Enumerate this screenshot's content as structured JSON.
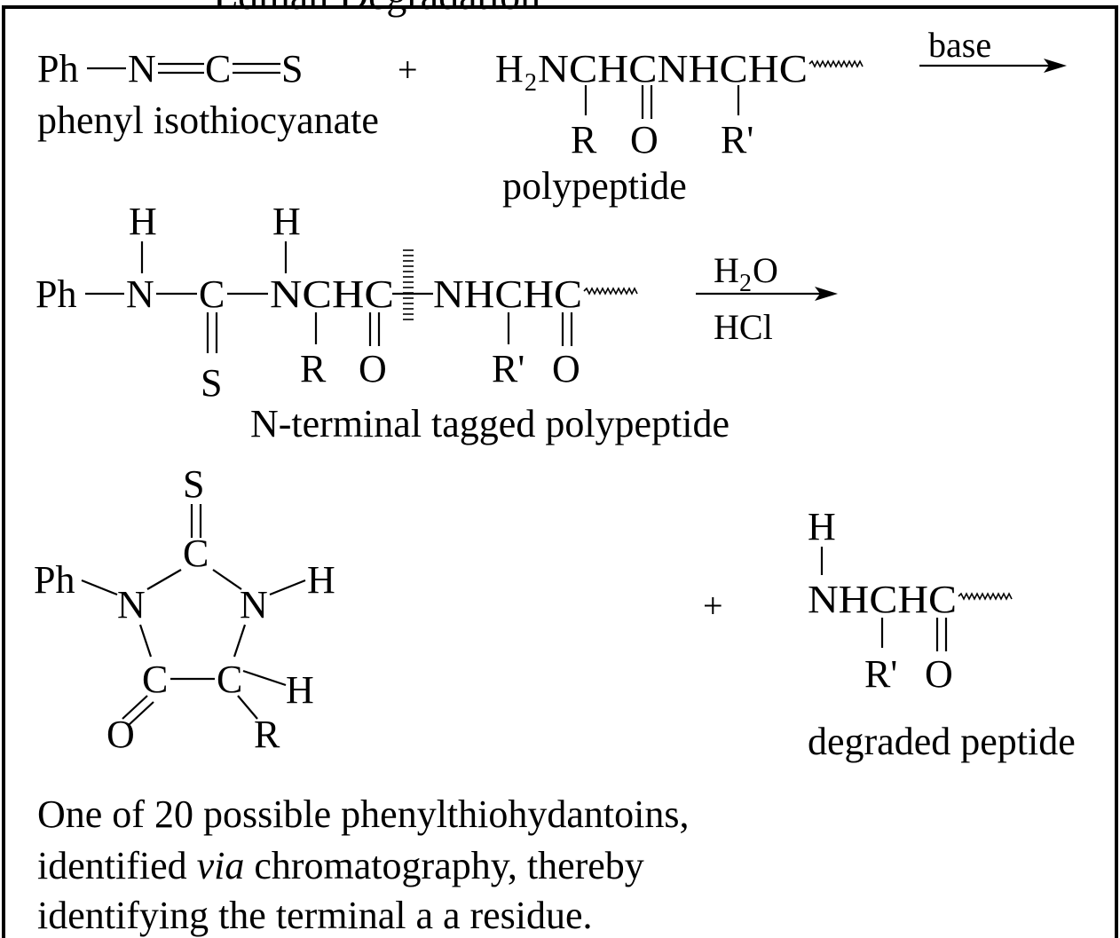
{
  "header": {
    "cutoff_title": "Edman Degradation"
  },
  "step1": {
    "reagent_formula": {
      "ph": "Ph",
      "n": "N",
      "c": "C",
      "s": "S"
    },
    "reagent_name": "phenyl isothiocyanate",
    "plus": "+",
    "peptide": {
      "h": "H",
      "two": "2",
      "chain": "NCHCNHCHC",
      "r": "R",
      "o": "O",
      "r_prime": "R'"
    },
    "peptide_name": "polypeptide",
    "arrow_label": "base"
  },
  "step2": {
    "h1": "H",
    "h2": "H",
    "ph": "Ph",
    "n": "N",
    "c": "C",
    "s": "S",
    "chain_left": "NCHC",
    "chain_right": "NHCHC",
    "r": "R",
    "o1": "O",
    "r_prime": "R'",
    "o2": "O",
    "reagent_top_h": "H",
    "reagent_top_2": "2",
    "reagent_top_o": "O",
    "reagent_bottom": "HCl",
    "product_name": "N-terminal tagged polypeptide"
  },
  "step3": {
    "ring": {
      "s": "S",
      "c_top": "C",
      "ph": "Ph",
      "n_left": "N",
      "n_right": "N",
      "h_n": "H",
      "c_bottom_left": "C",
      "c_bottom_right": "C",
      "h_c": "H",
      "o": "O",
      "r": "R"
    },
    "plus": "+",
    "fragment": {
      "h": "H",
      "chain": "NHCHC",
      "r_prime": "R'",
      "o": "O"
    },
    "fragment_name": "degraded peptide"
  },
  "caption": {
    "line1": "One of 20 possible phenylthiohydantoins,",
    "line2_prefix": "identified ",
    "line2_italic": "via",
    "line2_suffix": " chromatography, thereby",
    "line3": "identifying the terminal a a residue."
  }
}
